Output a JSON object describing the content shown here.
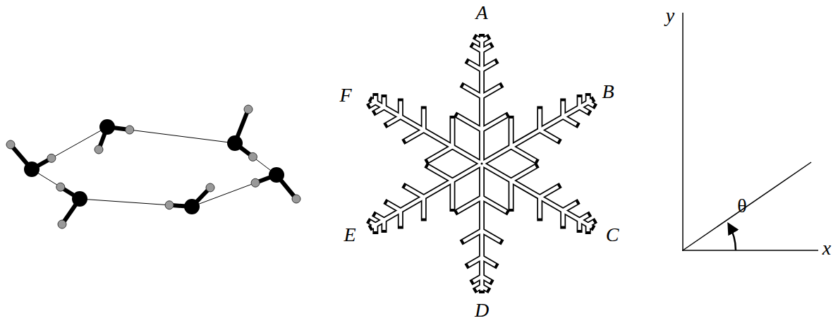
{
  "diagram": {
    "labels": [
      "A",
      "B",
      "C",
      "D",
      "E",
      "F",
      "y",
      "θ",
      "x"
    ]
  }
}
